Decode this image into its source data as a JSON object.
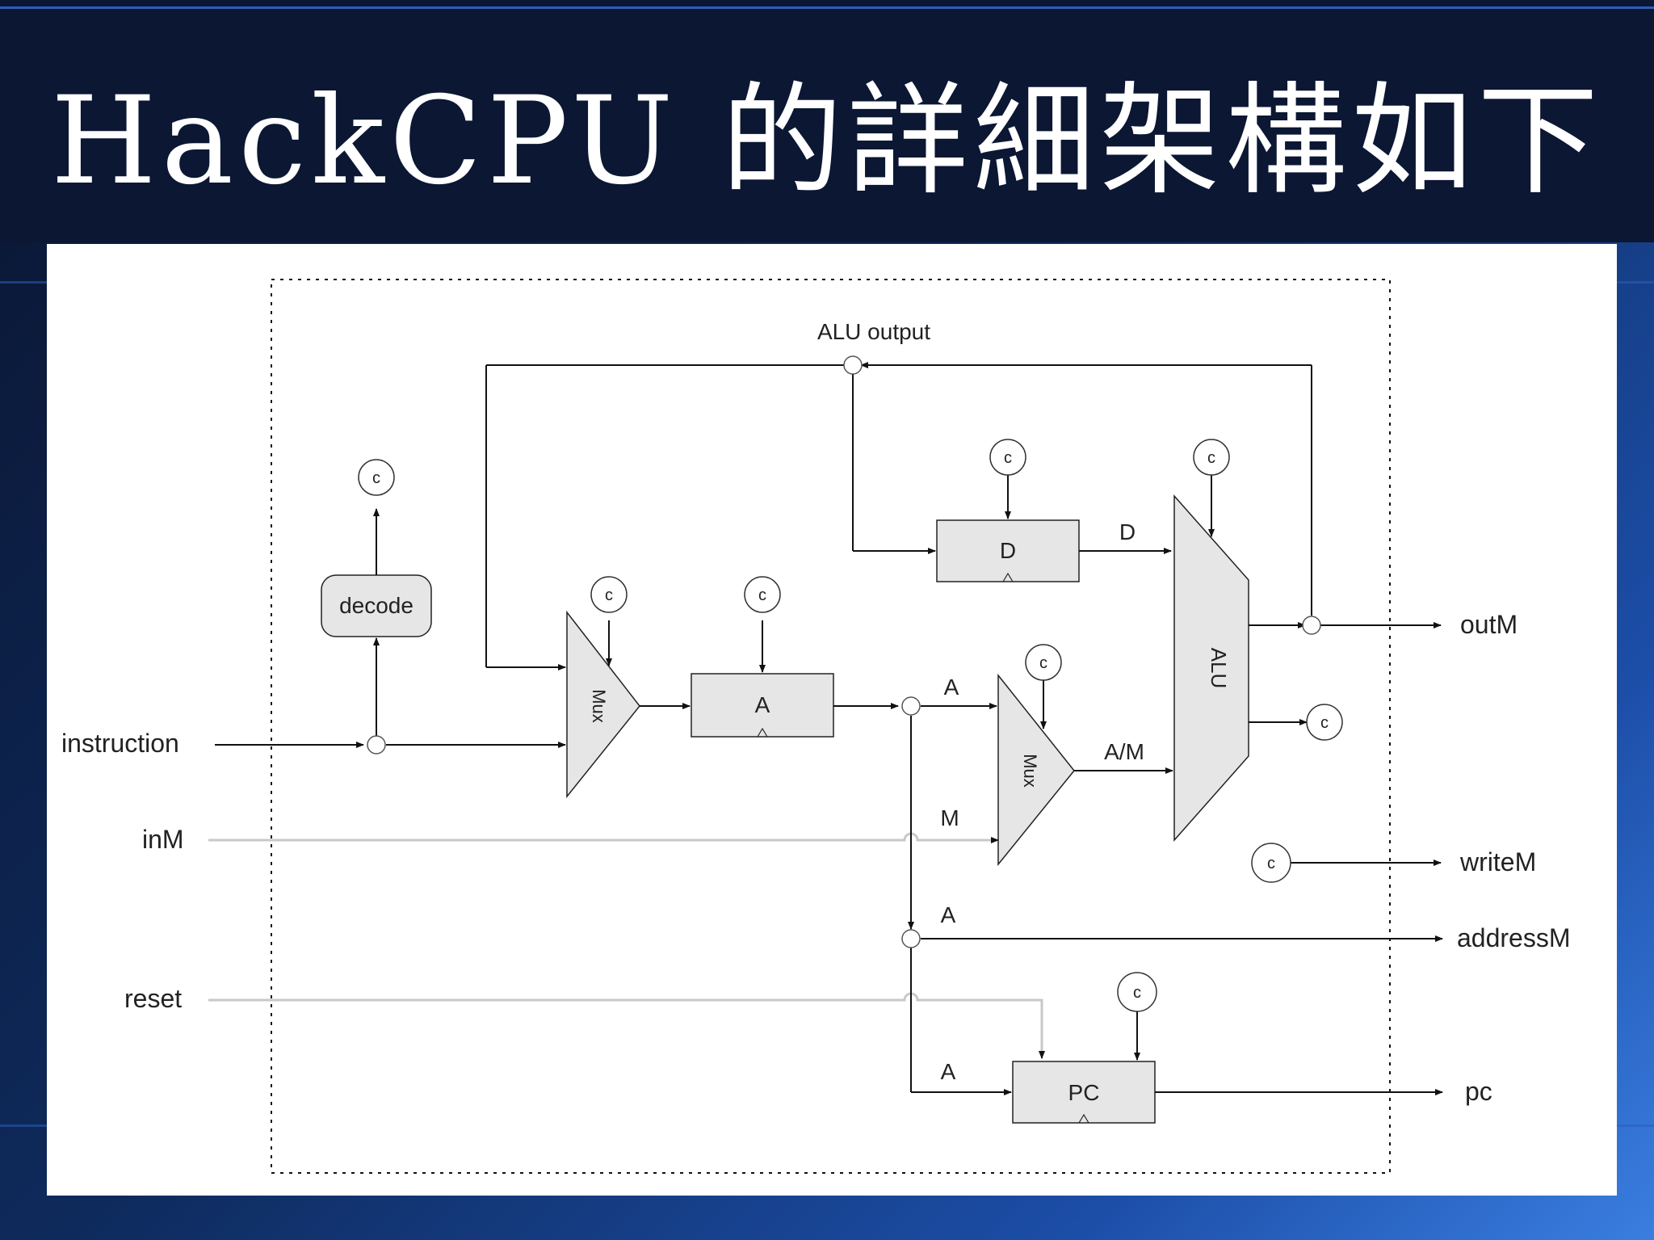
{
  "title": "HackCPU 的詳細架構如下",
  "diagram": {
    "inputs": {
      "instruction": "instruction",
      "inM": "inM",
      "reset": "reset"
    },
    "outputs": {
      "outM": "outM",
      "writeM": "writeM",
      "addressM": "addressM",
      "pc": "pc"
    },
    "blocks": {
      "decode": "decode",
      "a_register": "A",
      "d_register": "D",
      "pc_register": "PC",
      "alu": "ALU",
      "mux": "Mux"
    },
    "wire_labels": {
      "alu_output": "ALU output",
      "d": "D",
      "a": "A",
      "am": "A/M",
      "m": "M"
    },
    "control_bit": "c"
  },
  "colors": {
    "block_fill": "#e6e6e6",
    "line": "#111111",
    "background_band": "#0b1733"
  }
}
